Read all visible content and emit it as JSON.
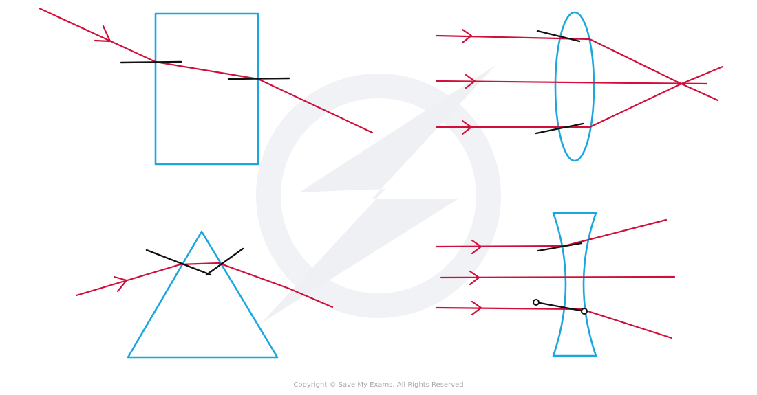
{
  "footer": {
    "copyright": "Copyright © Save My Exams. All Rights Reserved"
  },
  "colors": {
    "ray": "#d0103a",
    "glass": "#1aa7e0",
    "normal": "#111111"
  },
  "diagrams": [
    "rectangular-block-refraction",
    "convex-lens-converging",
    "triangular-prism-refraction",
    "concave-lens-diverging"
  ]
}
